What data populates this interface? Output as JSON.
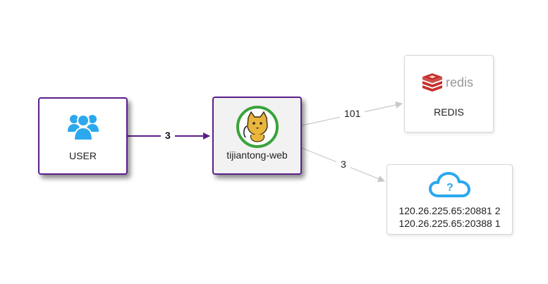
{
  "nodes": {
    "user": {
      "label": "USER",
      "icon": "users-icon"
    },
    "web": {
      "label": "tijiantong-web",
      "icon": "tomcat-icon"
    },
    "redis": {
      "label": "REDIS",
      "icon": "redis-logo-icon",
      "logo_text": "redis"
    },
    "unknown": {
      "label_lines": [
        "120.26.225.65:20881 2",
        "120.26.225.65:20388 1"
      ],
      "icon": "cloud-question-icon"
    }
  },
  "edges": {
    "user_to_web": {
      "label": "3"
    },
    "web_to_redis": {
      "label": "101"
    },
    "web_to_unknown": {
      "label": "3"
    }
  },
  "colors": {
    "selected_border": "#5b1f8a",
    "user_icon": "#2ba8ee",
    "cloud_icon": "#2ba8ee",
    "redis_red": "#c6302b",
    "gray_edge": "#c8c8c8"
  }
}
